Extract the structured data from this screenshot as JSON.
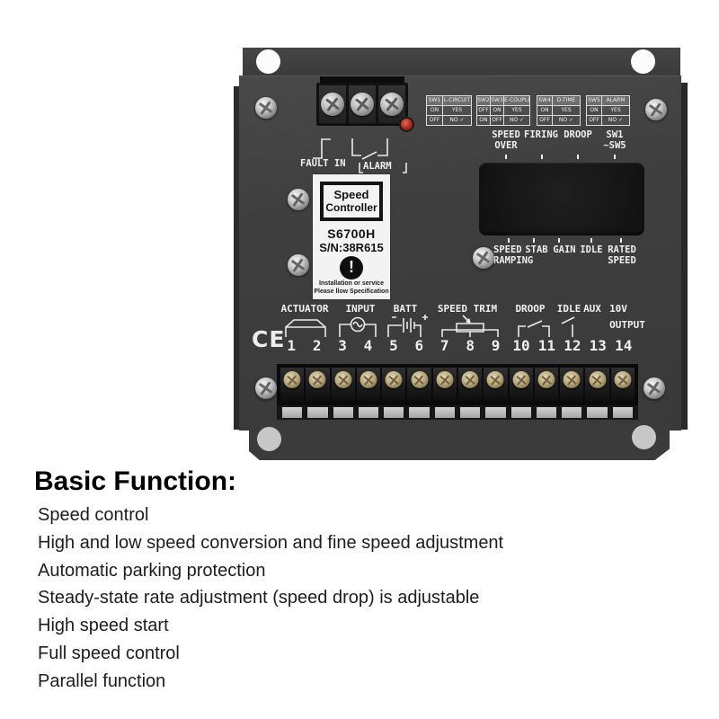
{
  "device": {
    "model_card": {
      "title_line1": "Speed",
      "title_line2": "Controller",
      "model": "S6700H",
      "serial": "S/N:38R615",
      "warning_mark": "!",
      "warning_line1": "Installation or service",
      "warning_line2": "Please llow Specification"
    },
    "top_labels": {
      "fault_in": "FAULT IN",
      "alarm": "ALARM"
    },
    "switch_tables": [
      {
        "rows": [
          [
            "SW1",
            "L-CIRCUIT"
          ],
          [
            "ON",
            "YES"
          ],
          [
            "OFF",
            "NO ✓"
          ]
        ]
      },
      {
        "rows": [
          [
            "SW2",
            "SW3",
            "E-COUPLE"
          ],
          [
            "OFF",
            "ON",
            "YES"
          ],
          [
            "ON",
            "OFF",
            "NO ✓"
          ]
        ]
      },
      {
        "rows": [
          [
            "SW4",
            "D-TIME"
          ],
          [
            "ON",
            "YES"
          ],
          [
            "OFF",
            "NO ✓"
          ]
        ]
      },
      {
        "rows": [
          [
            "SW5",
            "ALARM"
          ],
          [
            "ON",
            "YES"
          ],
          [
            "OFF",
            "NO ✓"
          ]
        ]
      }
    ],
    "display_top_labels": [
      [
        "SPEED",
        "OVER"
      ],
      [
        "",
        "FIRING"
      ],
      [
        "",
        "DROOP"
      ],
      [
        "SW1",
        "~SW5"
      ]
    ],
    "display_bottom_labels": [
      [
        "SPEED",
        "RAMPING"
      ],
      [
        "STAB",
        ""
      ],
      [
        "GAIN",
        ""
      ],
      [
        "IDLE",
        ""
      ],
      [
        "RATED",
        "SPEED"
      ]
    ],
    "terminal_labels": [
      "ACTUATOR",
      "INPUT",
      "BATT",
      "SPEED TRIM",
      "DROOP",
      "IDLE",
      "AUX",
      "10V"
    ],
    "output_label": "OUTPUT",
    "terminal_numbers": [
      "1",
      "2",
      "3",
      "4",
      "5",
      "6",
      "7",
      "8",
      "9",
      "10",
      "11",
      "12",
      "13",
      "14"
    ],
    "ce_mark": "CE"
  },
  "description": {
    "heading": "Basic Function:",
    "items": [
      "Speed control",
      "High and low speed conversion and fine speed adjustment",
      "Automatic parking protection",
      "Steady-state rate adjustment (speed drop) is adjustable",
      "High speed start",
      "Full speed control",
      "Parallel function"
    ]
  },
  "colors": {
    "body": "#3f3f3f",
    "led_indicator": "#b02a20",
    "label_background": "#f3f3f3",
    "text_on_device": "#f0f0f0",
    "background": "#ffffff"
  }
}
